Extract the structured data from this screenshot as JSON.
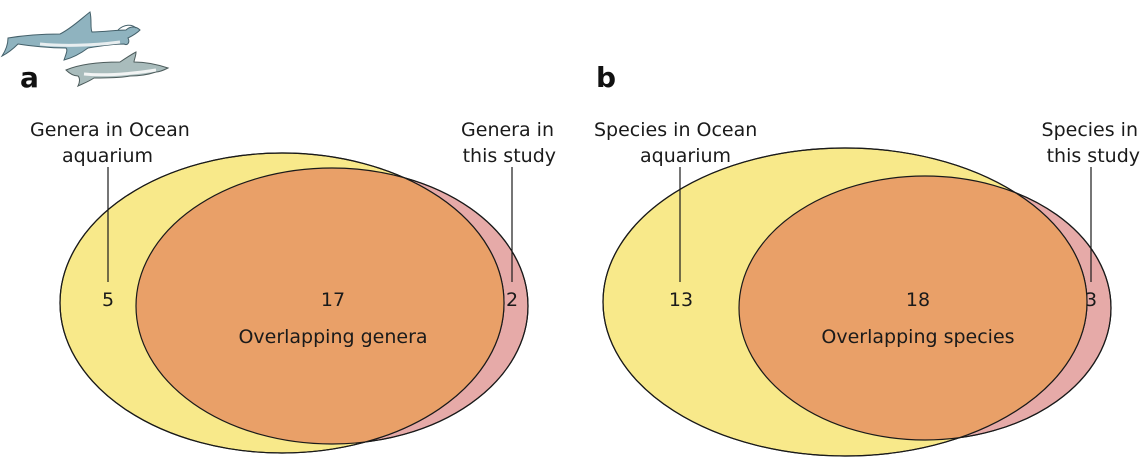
{
  "colors": {
    "ocean_aquarium_fill": "#f8e98a",
    "this_study_fill": "#e6aaa8",
    "overlap_fill": "#e9a068",
    "outline": "#1a1a1a"
  },
  "icons": [
    "hammerhead-shark-icon",
    "shark-icon"
  ],
  "panels": [
    {
      "letter": "a",
      "left_label_line1": "Genera in Ocean",
      "left_label_line2": "aquarium",
      "right_label_line1": "Genera in",
      "right_label_line2": "this study",
      "left_only_count": "5",
      "overlap_count": "17",
      "overlap_label": "Overlapping genera",
      "right_only_count": "2"
    },
    {
      "letter": "b",
      "left_label_line1": "Species in Ocean",
      "left_label_line2": "aquarium",
      "right_label_line1": "Species in",
      "right_label_line2": "this study",
      "left_only_count": "13",
      "overlap_count": "18",
      "overlap_label": "Overlapping species",
      "right_only_count": "3"
    }
  ]
}
